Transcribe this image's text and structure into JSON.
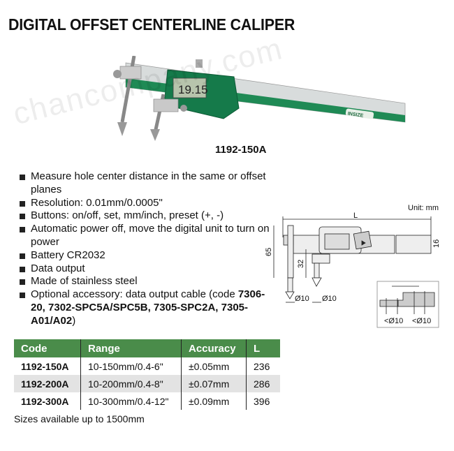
{
  "title": "DIGITAL OFFSET CENTERLINE CALIPER",
  "watermark": "chancompany.com",
  "photo": {
    "display_reading": "19.15",
    "brand_logo": "INSIZE",
    "caption": "1192-150A"
  },
  "features": [
    {
      "text": "Measure hole center distance in the same or offset planes"
    },
    {
      "text": "Resolution: 0.01mm/0.0005\""
    },
    {
      "text": "Buttons: on/off, set, mm/inch, preset (+, -)"
    },
    {
      "text": "Automatic power off, move the digital unit to turn on power"
    },
    {
      "text": "Battery CR2032"
    },
    {
      "text": "Data output"
    },
    {
      "text": "Made of stainless steel"
    },
    {
      "text": "Optional accessory: data output cable (code ",
      "bold": "7306-20, 7302-SPC5A/SPC5B, 7305-SPC2A, 7305-A01/A02",
      "tail": ")"
    }
  ],
  "diagram": {
    "unit": "Unit: mm",
    "length_label": "L",
    "height_65": "65",
    "height_32": "32",
    "height_16": "16",
    "tip1": "Ø10",
    "tip2": "Ø10",
    "inset_left": "<Ø10",
    "inset_right": "<Ø10"
  },
  "table": {
    "headers": [
      "Code",
      "Range",
      "Accuracy",
      "L"
    ],
    "rows": [
      [
        "1192-150A",
        "10-150mm/0.4-6\"",
        "±0.05mm",
        "236"
      ],
      [
        "1192-200A",
        "10-200mm/0.4-8\"",
        "±0.07mm",
        "286"
      ],
      [
        "1192-300A",
        "10-300mm/0.4-12\"",
        "±0.09mm",
        "396"
      ]
    ]
  },
  "footnote": "Sizes available up to 1500mm",
  "colors": {
    "header_green": "#4a8c4a",
    "caliper_green": "#1f7a4a",
    "row_gray": "#e3e3e3"
  }
}
